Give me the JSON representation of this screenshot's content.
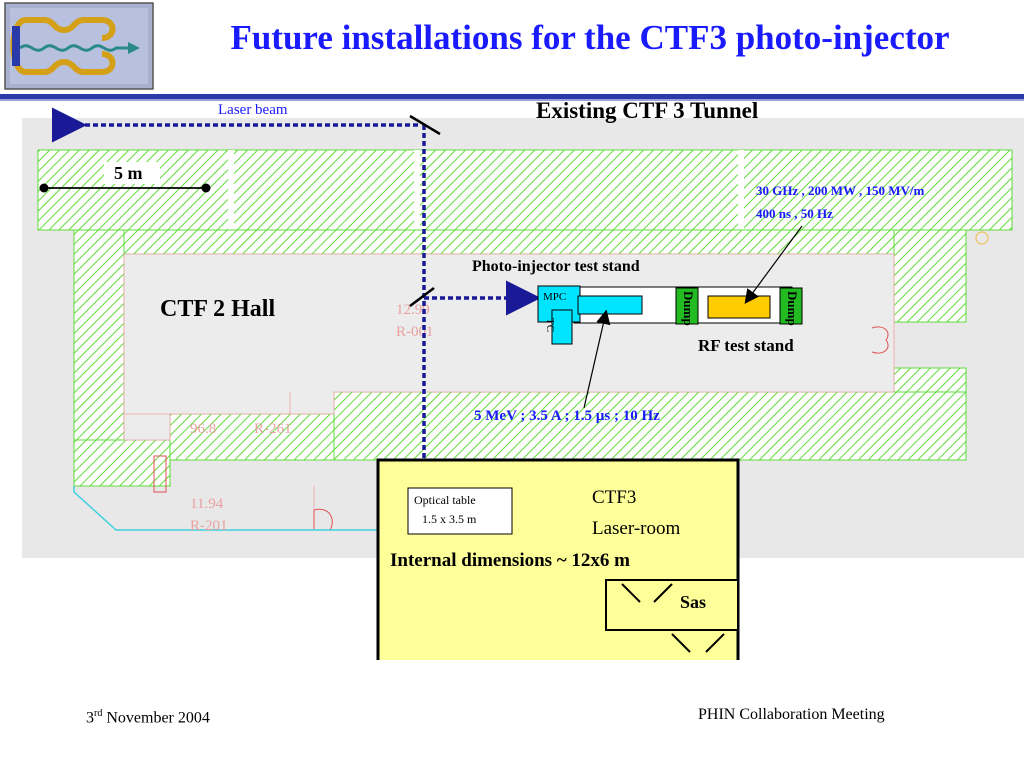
{
  "slide": {
    "title": "Future installations for the CTF3 photo-injector",
    "footer_date_prefix": "3",
    "footer_date_sup": "rd",
    "footer_date_suffix": " November 2004",
    "footer_meeting": "PHIN Collaboration Meeting"
  },
  "diagram": {
    "laser_beam": "Laser beam",
    "existing_tunnel": "Existing CTF 3 Tunnel",
    "scale": "5 m",
    "hall": "CTF 2 Hall",
    "rf_specs_line1": "30 GHz , 200 MW , 150 MV/m",
    "rf_specs_line2": "400 ns , 50 Hz",
    "photoinjector_stand": "Photo-injector test stand",
    "mpc": "MPC",
    "tc": "TC",
    "dump1": "Dump",
    "dump2": "Dump",
    "rf_test_stand": "RF test stand",
    "beam_specs": "5 MeV ; 3.5 A ; 1.5 µs ; 10 Hz",
    "optical_table_line1": "Optical table",
    "optical_table_line2": "1.5 x 3.5 m",
    "laser_room_line1": "CTF3",
    "laser_room_line2": "Laser-room",
    "laser_room_dims": "Internal dimensions ~ 12x6 m",
    "sas": "Sas"
  },
  "colors": {
    "title": "#1a1aff",
    "hatch": "#5fdc3a",
    "laser_room_fill": "#ffff99",
    "mpc_fill": "#00e5ff",
    "dump_fill": "#22bb22",
    "rf_cavity_fill": "#ffcc00",
    "beam_line": "#1a1a99",
    "annotation_blue": "#1a1aff"
  }
}
